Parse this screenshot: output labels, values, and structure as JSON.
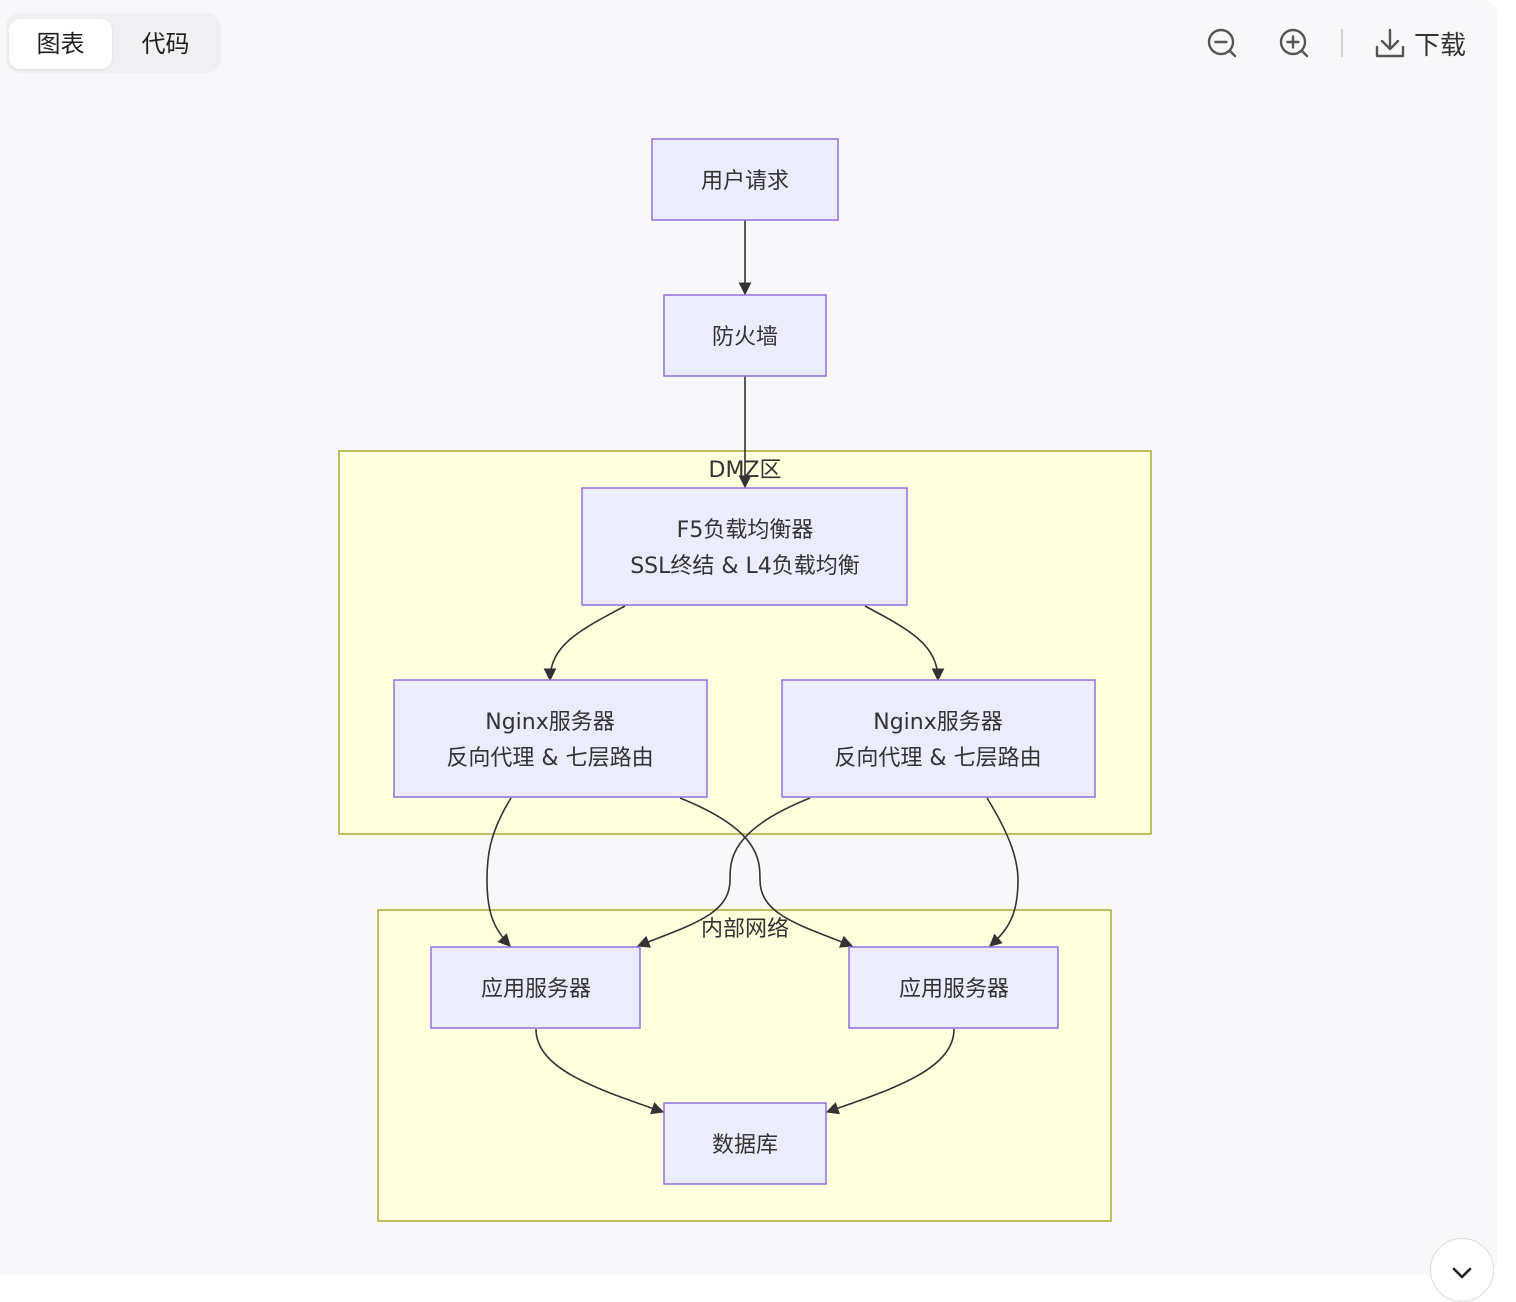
{
  "tabs": [
    {
      "label": "图表",
      "active": true
    },
    {
      "label": "代码",
      "active": false
    }
  ],
  "toolbar": {
    "zoom_out_icon": "zoom-out-icon",
    "zoom_in_icon": "zoom-in-icon",
    "download_label": "下载",
    "download_icon": "download-icon"
  },
  "diagram": {
    "clusters": {
      "dmz": "DMZ区",
      "internal": "内部网络"
    },
    "nodes": {
      "user_request": "用户请求",
      "firewall": "防火墙",
      "f5_line1": "F5负载均衡器",
      "f5_line2": "SSL终结 & L4负载均衡",
      "nginx1_line1": "Nginx服务器",
      "nginx1_line2": "反向代理 & 七层路由",
      "nginx2_line1": "Nginx服务器",
      "nginx2_line2": "反向代理 & 七层路由",
      "app1": "应用服务器",
      "app2": "应用服务器",
      "database": "数据库"
    },
    "colors": {
      "node_fill": "#ECECFF",
      "node_stroke": "#9370DB",
      "cluster_fill": "#FFFFDE",
      "cluster_stroke": "#AAAA33",
      "edge": "#333333"
    }
  },
  "scroll_icon": "chevron-down-icon"
}
